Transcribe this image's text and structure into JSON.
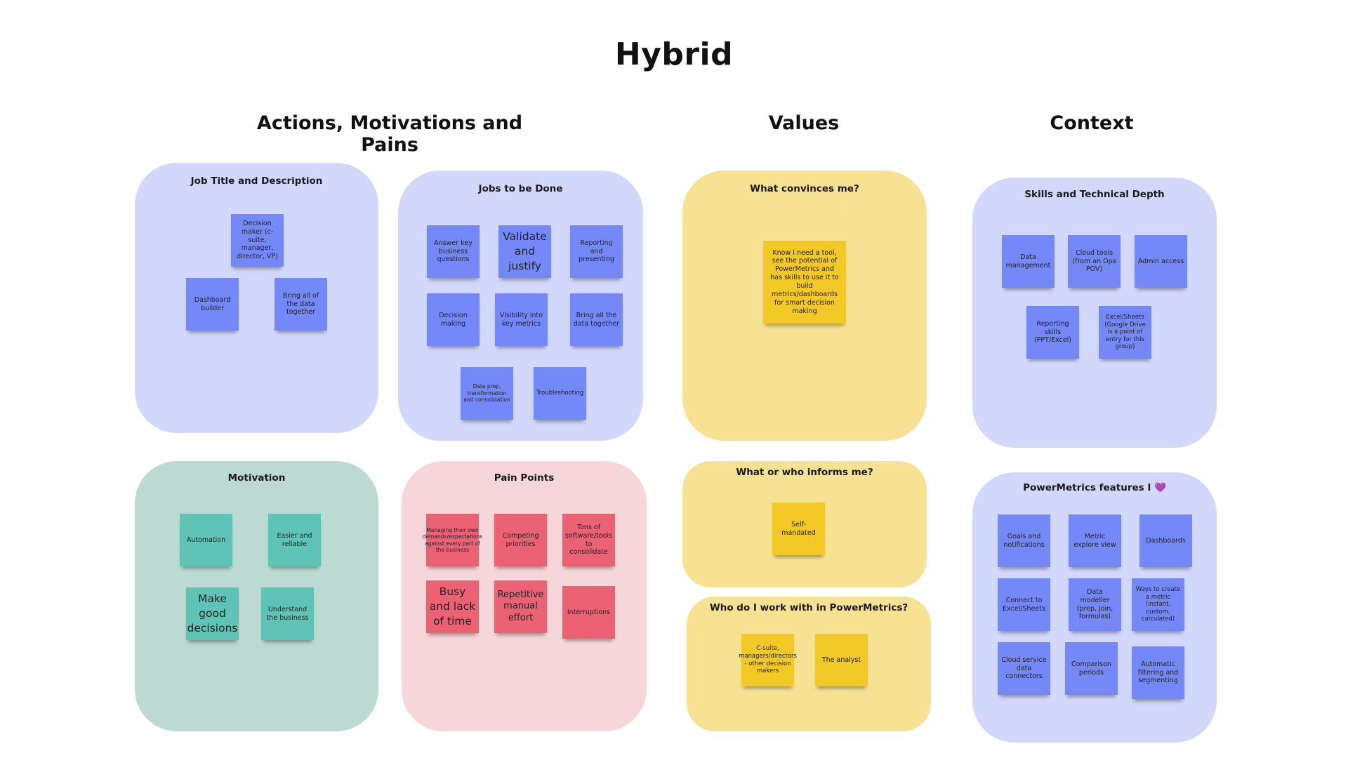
{
  "board_title": "Hybrid",
  "sections": {
    "actions": "Actions, Motivations and Pains",
    "values": "Values",
    "context": "Context"
  },
  "panels": {
    "job_title": {
      "title": "Job Title and Description",
      "notes": [
        "Decision maker (c-suite, manager, director, VP)",
        "Dashboard builder",
        "Bring all of the data together"
      ]
    },
    "jobs_to_be_done": {
      "title": "Jobs to be Done",
      "notes": [
        "Answer key business questions",
        "Validate and justify",
        "Reporting and presenting",
        "Decision making",
        "Visibility into key metrics",
        "Bring all the data together",
        "Data prep, transformation and consolidation",
        "Troubleshooting"
      ]
    },
    "motivation": {
      "title": "Motivation",
      "notes": [
        "Automation",
        "Easier and reliable",
        "Make good decisions",
        "Understand the business"
      ]
    },
    "pain_points": {
      "title": "Pain Points",
      "notes": [
        "Managing their own demands/expectations against every part of the business",
        "Competing priorities",
        "Tons of software/tools to consolidate",
        "Busy and lack of time",
        "Repetitive manual effort",
        "Interruptions"
      ]
    },
    "convinces": {
      "title": "What convinces me?",
      "notes": [
        "Know I need a tool, see the potential of PowerMetrics and has skills to use it to build metrics/dashboards for smart decision making"
      ]
    },
    "informs": {
      "title": "What or who informs me?",
      "notes": [
        "Self-mandated"
      ]
    },
    "work_with": {
      "title": "Who do I work with in PowerMetrics?",
      "notes": [
        "C-suite, managers/directors - other decision makers",
        "The analyst"
      ]
    },
    "skills": {
      "title": "Skills and Technical Depth",
      "notes": [
        "Data management",
        "Cloud tools (from an Ops POV)",
        "Admin access",
        "Reporting skills (PPT/Excel)",
        "Excel/Sheets (Google Drive is a point of entry for this group)"
      ]
    },
    "features": {
      "title": "PowerMetrics features I",
      "heart": "💜",
      "notes": [
        "Goals and notifications",
        "Metric explore view",
        "Dashboards",
        "Connect to Excel/Sheets",
        "Data modeller (prep, join, formulas)",
        "Ways to create a metric (instant, custom, calculated)",
        "Cloud service data connectors",
        "Comparison periods",
        "Automatic filtering and segmenting"
      ]
    }
  },
  "colors": {
    "panel_blue": "#d2d8fb",
    "panel_green": "#bcdad1",
    "panel_pink": "#f6d6d8",
    "panel_yellow": "#f7e193",
    "note_blue": "#7489f7",
    "note_green": "#5fc4b5",
    "note_pink": "#ec6275",
    "note_yellow": "#f3c928"
  }
}
